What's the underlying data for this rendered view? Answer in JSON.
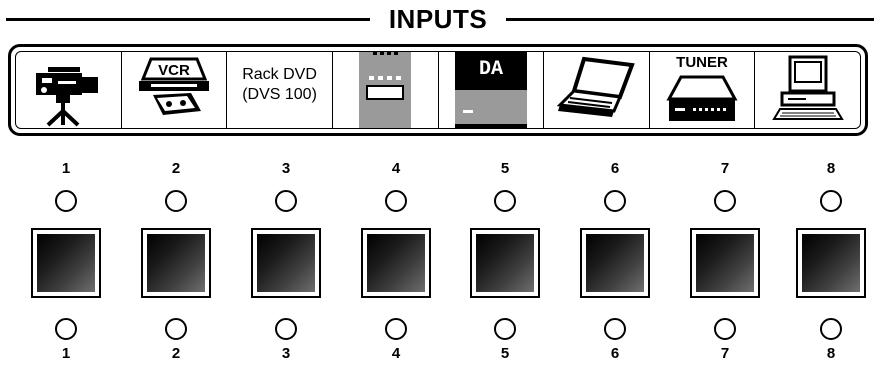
{
  "title": "INPUTS",
  "inputs": [
    {
      "top_number": "1",
      "bottom_number": "1",
      "icon": "camcorder-icon"
    },
    {
      "top_number": "2",
      "bottom_number": "2",
      "icon": "vcr-icon",
      "icon_text": "VCR"
    },
    {
      "top_number": "3",
      "bottom_number": "3",
      "label_line1": "Rack DVD",
      "label_line2": "(DVS 100)"
    },
    {
      "top_number": "4",
      "bottom_number": "4",
      "icon": "rack-device-icon"
    },
    {
      "top_number": "5",
      "bottom_number": "5",
      "icon": "distribution-amplifier-icon",
      "icon_text": "DA"
    },
    {
      "top_number": "6",
      "bottom_number": "6",
      "icon": "laptop-icon"
    },
    {
      "top_number": "7",
      "bottom_number": "7",
      "icon": "tuner-icon",
      "icon_text": "TUNER"
    },
    {
      "top_number": "8",
      "bottom_number": "8",
      "icon": "desktop-computer-icon"
    }
  ],
  "colors": {
    "line": "#000000",
    "background": "#ffffff",
    "device_gray": "#9a9a9a"
  }
}
